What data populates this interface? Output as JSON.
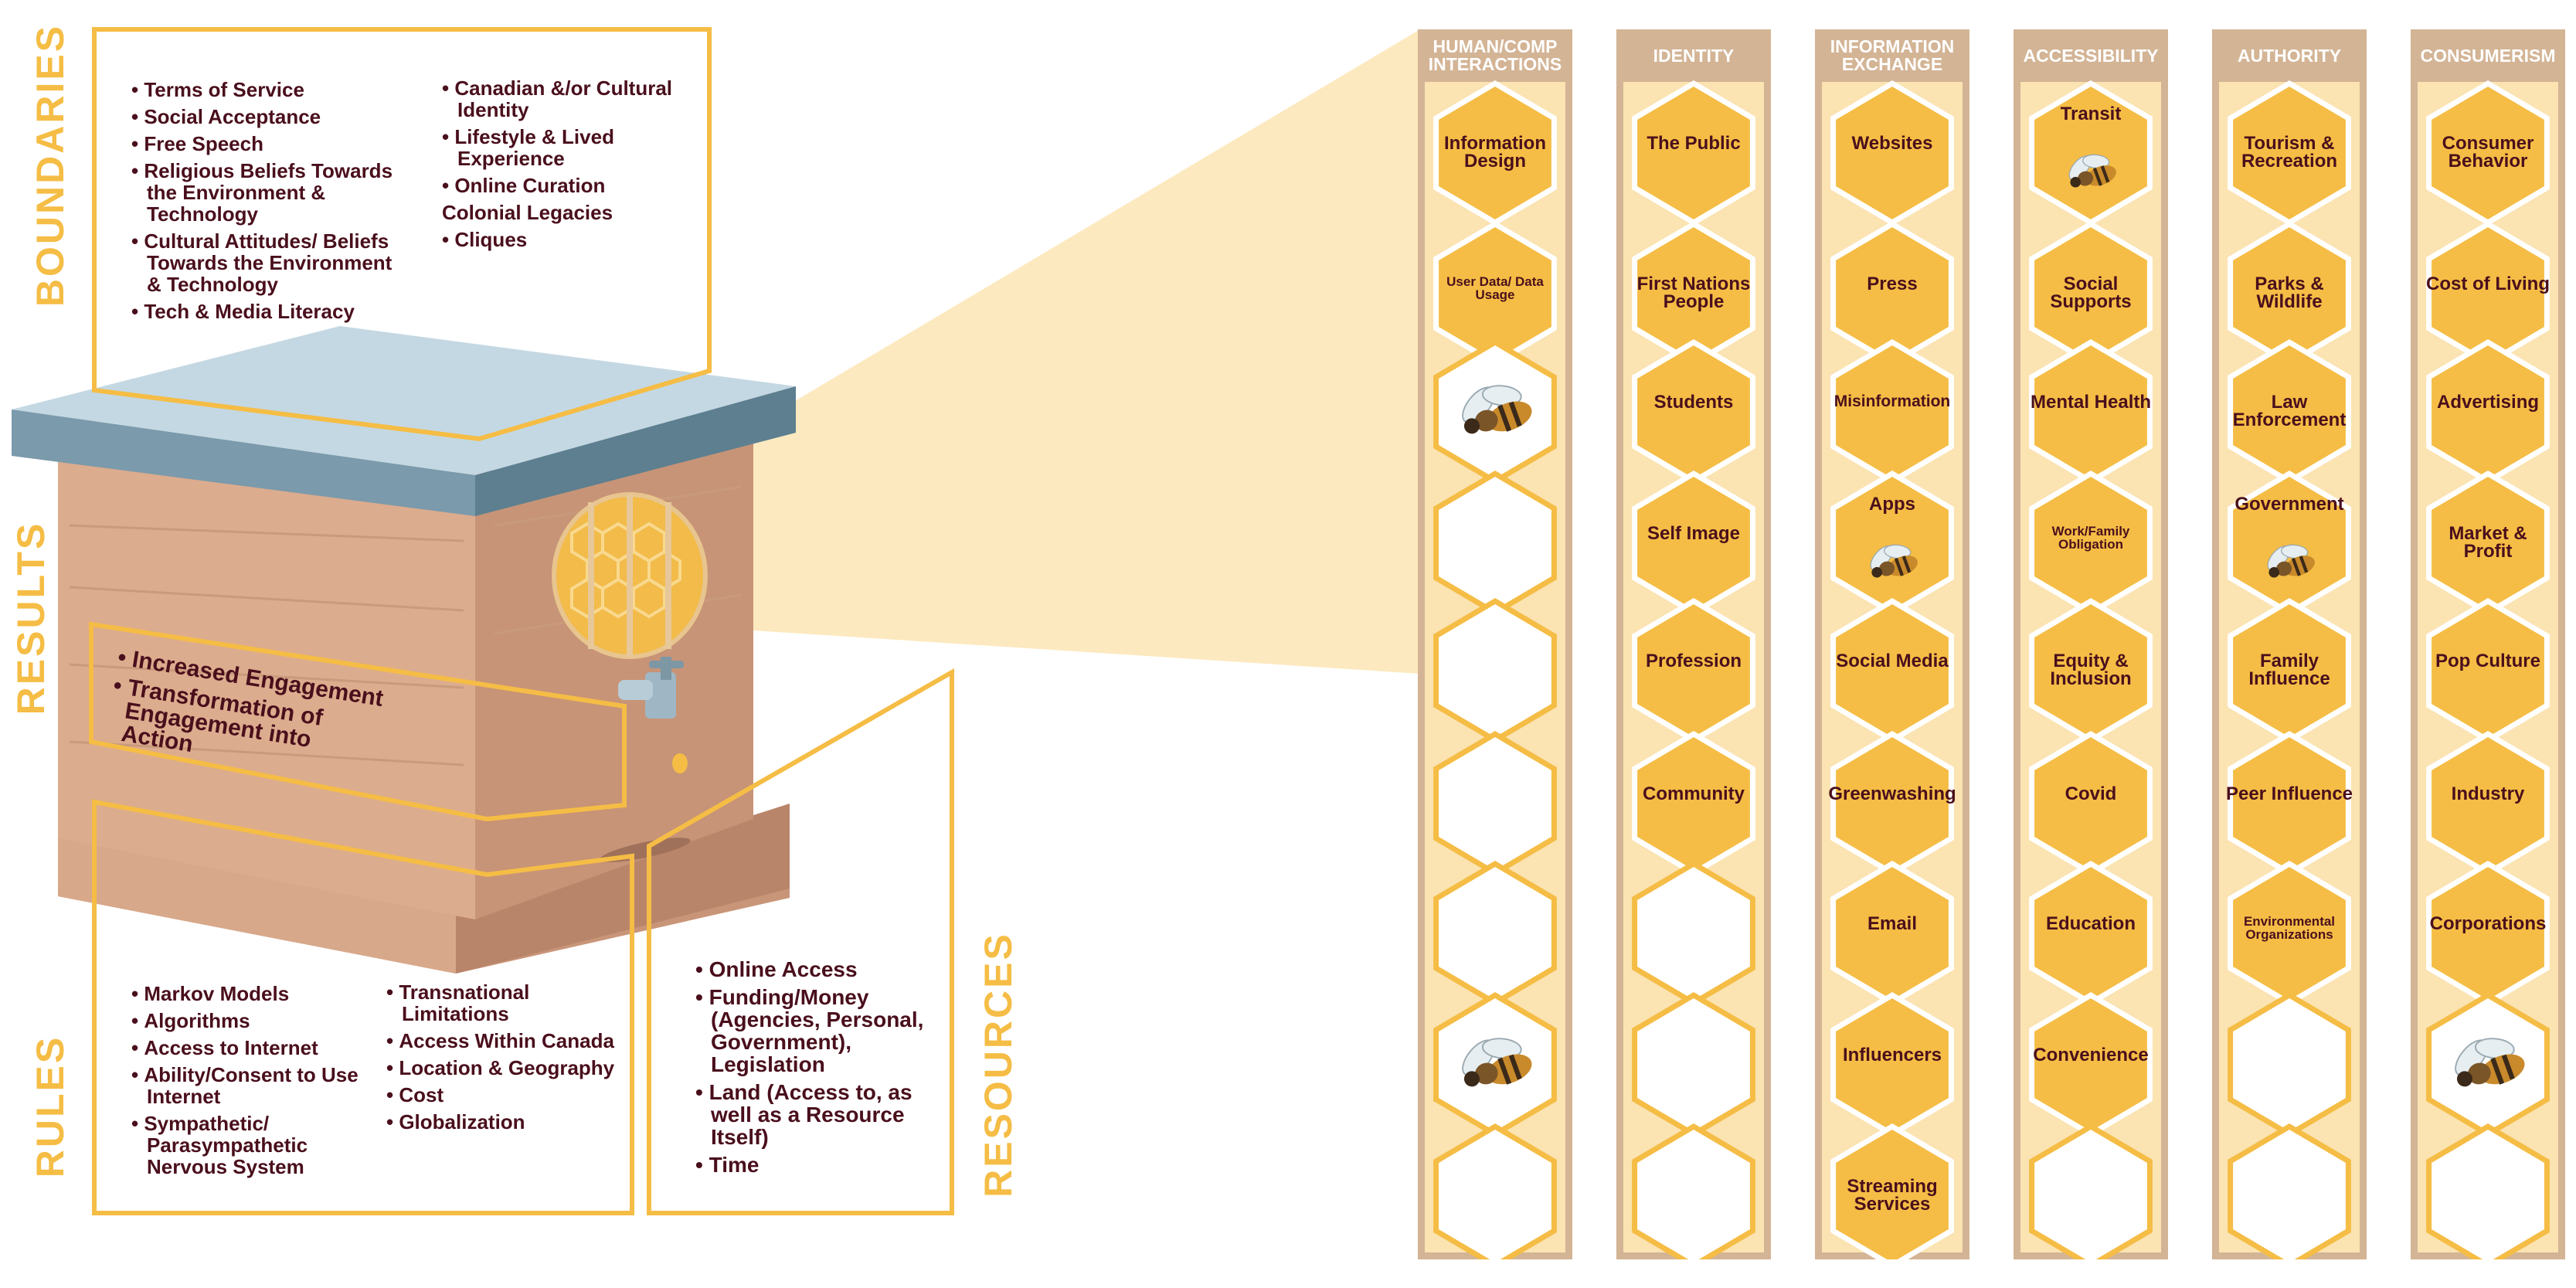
{
  "labels": {
    "boundaries": "BOUNDARIES",
    "results": "RESULTS",
    "rules": "RULES",
    "resources": "RESOURCES"
  },
  "boundaries": {
    "left": [
      "Terms of Service",
      "Social Acceptance",
      "Free Speech",
      "Religious Beliefs Towards the Environment & Technology",
      "Cultural Attitudes/ Beliefs Towards the Environment & Technology",
      "Tech & Media Literacy"
    ],
    "right": [
      "Canadian &/or Cultural Identity",
      "Lifestyle & Lived Experience",
      "Online Curation",
      "Colonial Legacies",
      "Cliques"
    ]
  },
  "results": [
    "Increased Engagement",
    "Transformation of Engagement into Action"
  ],
  "rules": {
    "left": [
      "Markov Models",
      "Algorithms",
      "Access to Internet",
      "Ability/Consent to Use Internet",
      "Sympathetic/ Parasympathetic Nervous System"
    ],
    "right": [
      "Transnational Limitations",
      "Access Within Canada",
      "Location & Geography",
      "Cost",
      "Globalization"
    ]
  },
  "resources": [
    "Online Access",
    "Funding/Money (Agencies, Personal, Government), Legislation",
    "Land (Access to, as well as a Resource Itself)",
    "Time"
  ],
  "columns": [
    {
      "header": "HUMAN/COMP INTERACTIONS",
      "cells": [
        "Information Design",
        "User Data/ Data Usage",
        "",
        "",
        "",
        "",
        "",
        "",
        ""
      ],
      "bees": [
        2,
        7
      ]
    },
    {
      "header": "IDENTITY",
      "cells": [
        "The Public",
        "First Nations People",
        "Students",
        "Self Image",
        "Profession",
        "Community",
        "",
        "",
        ""
      ],
      "bees": []
    },
    {
      "header": "INFORMATION EXCHANGE",
      "cells": [
        "Websites",
        "Press",
        "Misinformation",
        "Apps",
        "Social Media",
        "Greenwashing",
        "Email",
        "Influencers",
        "Streaming Services"
      ],
      "bees": [
        3
      ]
    },
    {
      "header": "ACCESSIBILITY",
      "cells": [
        "Transit",
        "Social Supports",
        "Mental Health",
        "Work/Family Obligation",
        "Equity & Inclusion",
        "Covid",
        "Education",
        "Convenience",
        ""
      ],
      "bees": [
        0
      ]
    },
    {
      "header": "AUTHORITY",
      "cells": [
        "Tourism & Recreation",
        "Parks & Wildlife",
        "Law Enforcement",
        "Government",
        "Family Influence",
        "Peer Influence",
        "Environmental Organizations",
        "",
        ""
      ],
      "bees": [
        3
      ]
    },
    {
      "header": "CONSUMERISM",
      "cells": [
        "Consumer Behavior",
        "Cost of Living",
        "Advertising",
        "Market & Profit",
        "Pop Culture",
        "Industry",
        "Corporations",
        "",
        ""
      ],
      "bees": [
        7
      ]
    }
  ],
  "colors": {
    "honey": "#f5bd45",
    "comb_bg": "#fbe3b2",
    "frame": "#d3b495",
    "text": "#4a0f1c",
    "hive_wood": "#d9a98a",
    "hive_lid": "#bcd2dd"
  }
}
